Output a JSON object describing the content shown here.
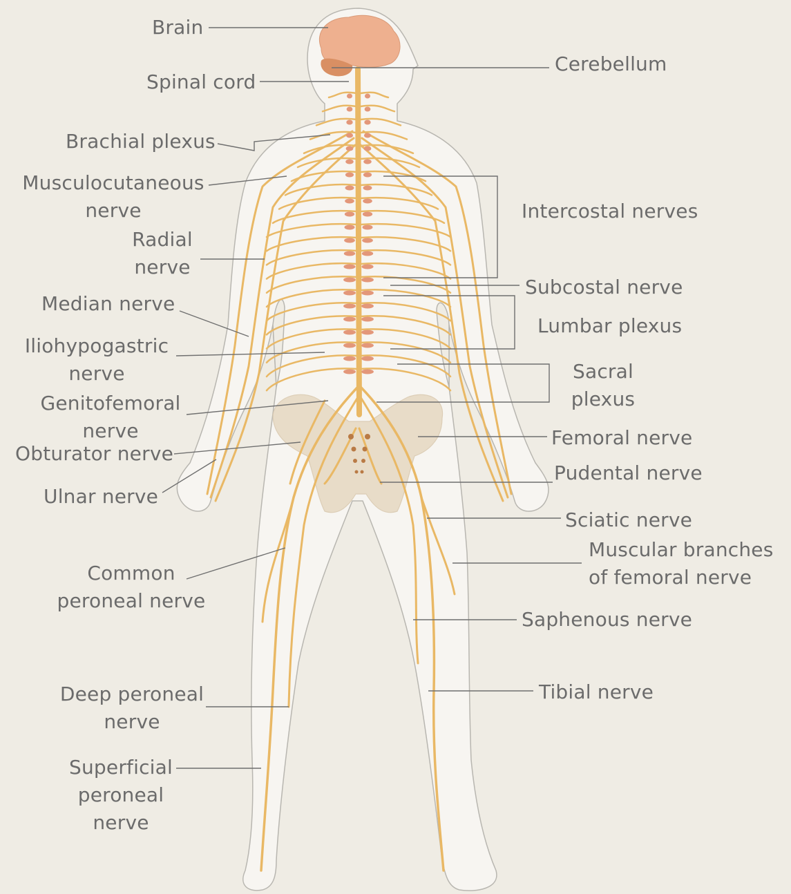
{
  "labels": {
    "brain": "Brain",
    "cerebellum": "Cerebellum",
    "spinal_cord": "Spinal cord",
    "brachial_plexus": "Brachial plexus",
    "musculocutaneous_1": "Musculocutaneous",
    "musculocutaneous_2": "nerve",
    "intercostal": "Intercostal nerves",
    "radial_1": "Radial",
    "radial_2": "nerve",
    "subcostal": "Subcostal nerve",
    "median": "Median nerve",
    "lumbar_plexus": "Lumbar plexus",
    "iliohypogastric_1": "Iliohypogastric",
    "iliohypogastric_2": "nerve",
    "sacral_1": "Sacral",
    "sacral_2": "plexus",
    "genitofemoral_1": "Genitofemoral",
    "genitofemoral_2": "nerve",
    "femoral": "Femoral nerve",
    "obturator": "Obturator nerve",
    "pudental": "Pudental nerve",
    "ulnar": "Ulnar nerve",
    "sciatic": "Sciatic nerve",
    "muscular_1": "Muscular branches",
    "muscular_2": "of femoral nerve",
    "common_peroneal_1": "Common",
    "common_peroneal_2": "peroneal nerve",
    "saphenous": "Saphenous nerve",
    "tibial": "Tibial nerve",
    "deep_peroneal_1": "Deep peroneal",
    "deep_peroneal_2": "nerve",
    "superficial_1": "Superficial",
    "superficial_2": "peroneal",
    "superficial_3": "nerve"
  },
  "colors": {
    "background": "#efece4",
    "body_fill": "#f7f5f1",
    "body_outline": "#b8b6b0",
    "nerve": "#e9b865",
    "vertebra": "#e3977a",
    "brain": "#eeb08f",
    "cerebellum": "#d98f63",
    "pelvis": "#e6d8c2",
    "leader": "#6f6f6f",
    "text": "#6b6b6b"
  }
}
